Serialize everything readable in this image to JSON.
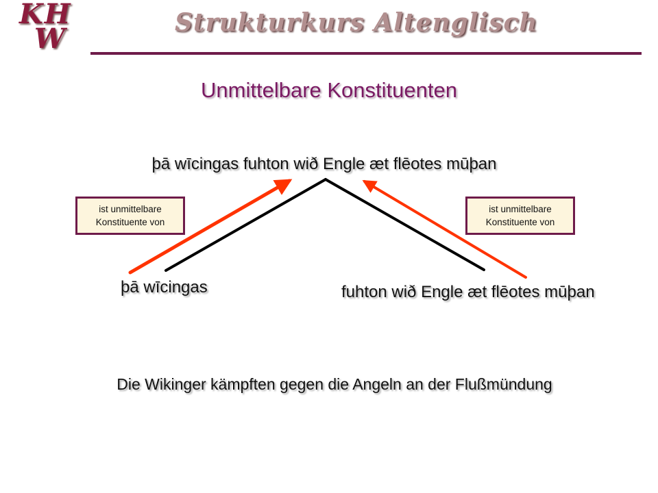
{
  "header": {
    "logo_line1": "KH",
    "logo_line2": "W",
    "course_title": "Strukturkurs Altenglisch"
  },
  "slide": {
    "title": "Unmittelbare Konstituenten"
  },
  "tree": {
    "root": "þā wīcingas fuhton wið Engle æt flēotes mūþan",
    "left_constituent": "þā wīcingas",
    "right_constituent": "fuhton wið Engle æt flēotes mūþan"
  },
  "relation_labels": {
    "left": {
      "line1": "ist unmittelbare",
      "line2": "Konstituente von"
    },
    "right": {
      "line1": "ist unmittelbare",
      "line2": "Konstituente von"
    }
  },
  "translation": "Die Wikinger kämpften gegen die Angeln an der Flußmündung",
  "colors": {
    "brand": "#6e1b4a",
    "title": "#7a1a63",
    "arrow": "#ff3300",
    "box_fill": "#fdf5dd",
    "branch": "#000000"
  }
}
